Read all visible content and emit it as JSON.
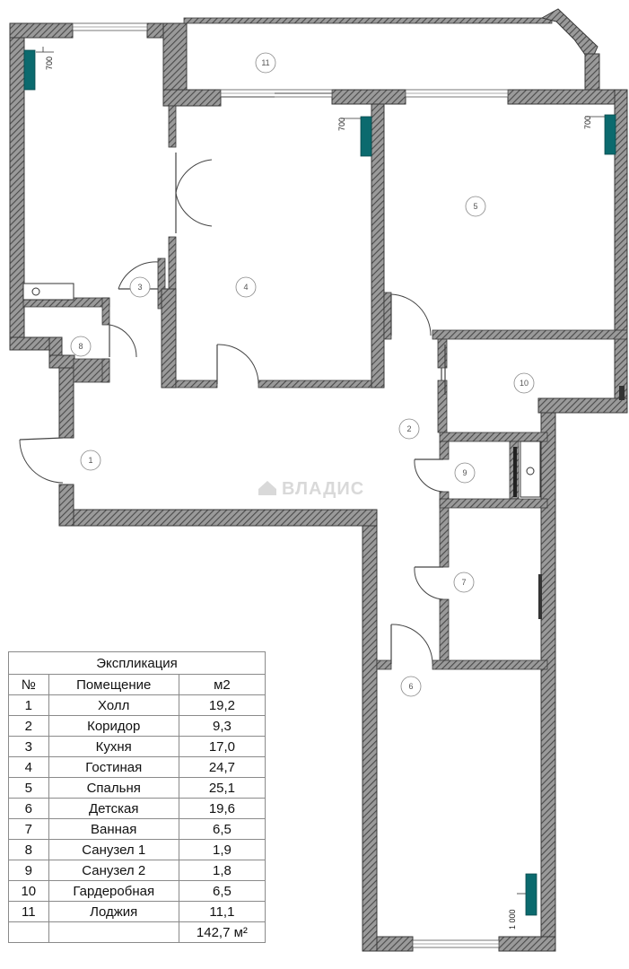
{
  "plan": {
    "watermark": "ВЛАДИС",
    "dimensions": {
      "kitchen_radiator": "700",
      "living_radiator": "700",
      "bedroom_radiator": "700",
      "child_radiator": "1 000"
    },
    "room_labels": [
      "1",
      "2",
      "3",
      "4",
      "5",
      "6",
      "7",
      "8",
      "9",
      "10",
      "11"
    ]
  },
  "legend": {
    "title": "Экспликация",
    "headers": {
      "num": "№",
      "room": "Помещение",
      "area": "м2"
    },
    "rows": [
      {
        "num": "1",
        "room": "Холл",
        "area": "19,2"
      },
      {
        "num": "2",
        "room": "Коридор",
        "area": "9,3"
      },
      {
        "num": "3",
        "room": "Кухня",
        "area": "17,0"
      },
      {
        "num": "4",
        "room": "Гостиная",
        "area": "24,7"
      },
      {
        "num": "5",
        "room": "Спальня",
        "area": "25,1"
      },
      {
        "num": "6",
        "room": "Детская",
        "area": "19,6"
      },
      {
        "num": "7",
        "room": "Ванная",
        "area": "6,5"
      },
      {
        "num": "8",
        "room": "Санузел 1",
        "area": "1,9"
      },
      {
        "num": "9",
        "room": "Санузел 2",
        "area": "1,8"
      },
      {
        "num": "10",
        "room": "Гардеробная",
        "area": "6,5"
      },
      {
        "num": "11",
        "room": "Лоджия",
        "area": "11,1"
      }
    ],
    "total": "142,7 м²"
  },
  "colors": {
    "radiator": "#0b6a6e",
    "wall_hatch": "#555555"
  }
}
